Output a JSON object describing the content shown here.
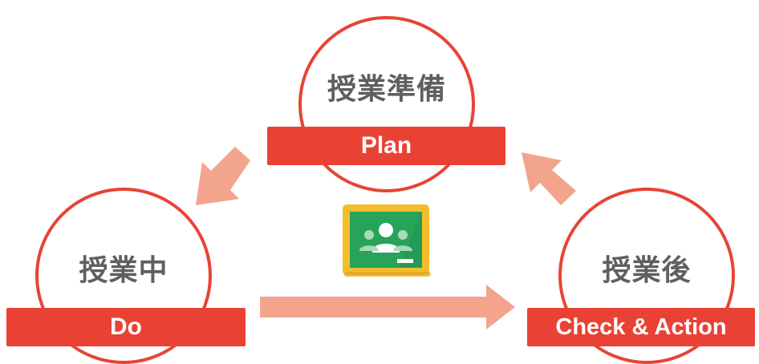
{
  "stages": {
    "plan": {
      "title": "授業準備",
      "label": "Plan"
    },
    "do": {
      "title": "授業中",
      "label": "Do"
    },
    "check": {
      "title": "授業後",
      "label": "Check & Action"
    }
  },
  "colors": {
    "circle_border": "#e74436",
    "band": "#e94235",
    "arrow": "#f3a48d",
    "title_text": "#5f5f5f",
    "board_frame": "#f6bd2b",
    "board_green": "#27a35a"
  },
  "icons": [
    "google-classroom-icon",
    "arrow-down-left-icon",
    "arrow-right-icon",
    "arrow-up-left-icon"
  ]
}
